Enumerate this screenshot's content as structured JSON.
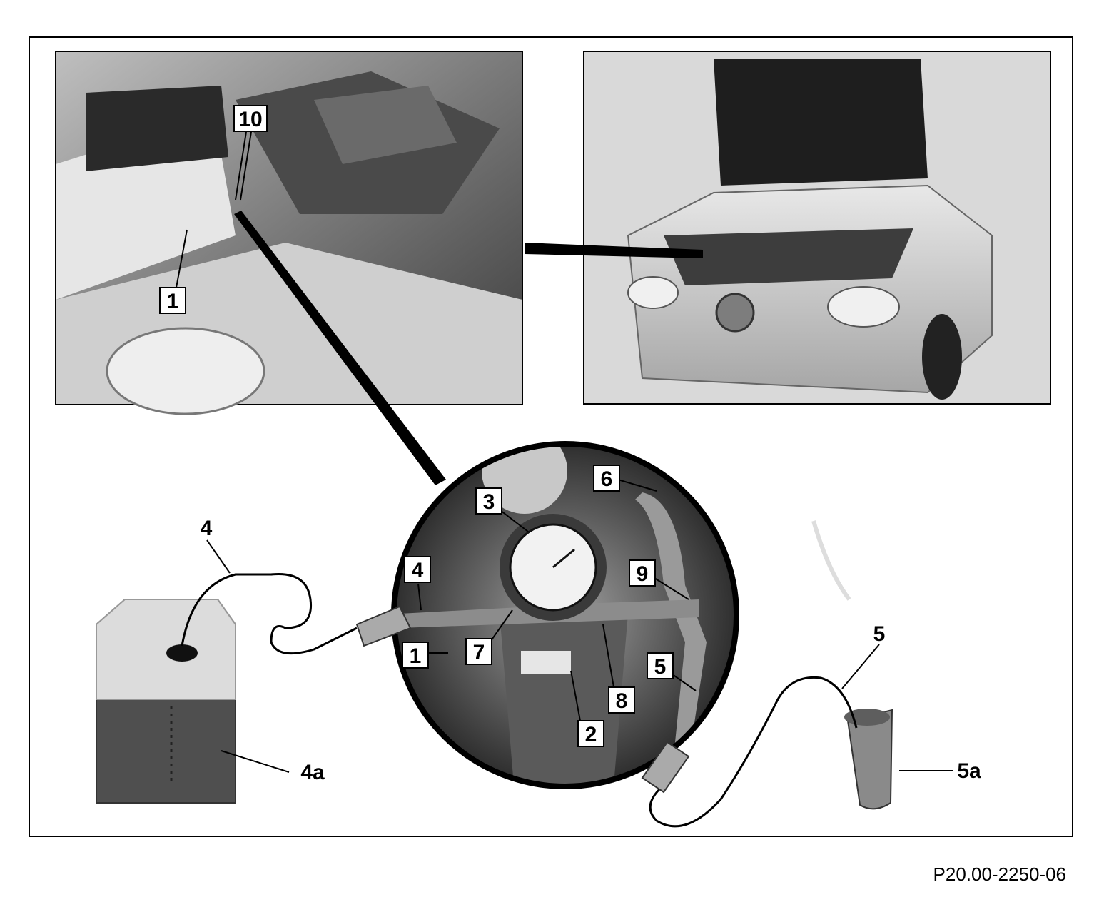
{
  "figure": {
    "reference_code": "P20.00-2250-06",
    "colors": {
      "frame": "#000000",
      "photo_bg": "#d9d9d9"
    },
    "callouts": {
      "engine_hose_1": "1",
      "engine_connector_10": "10",
      "gauge_3": "3",
      "hose_4": "4",
      "connector_6": "6",
      "hose_9": "9",
      "hose_1": "1",
      "adapter_7": "7",
      "valve_8": "8",
      "hose_5": "5",
      "cap_2": "2"
    },
    "labels": {
      "hose_4": "4",
      "canister_4a": "4a",
      "hose_5": "5",
      "cup_5a": "5a"
    }
  }
}
